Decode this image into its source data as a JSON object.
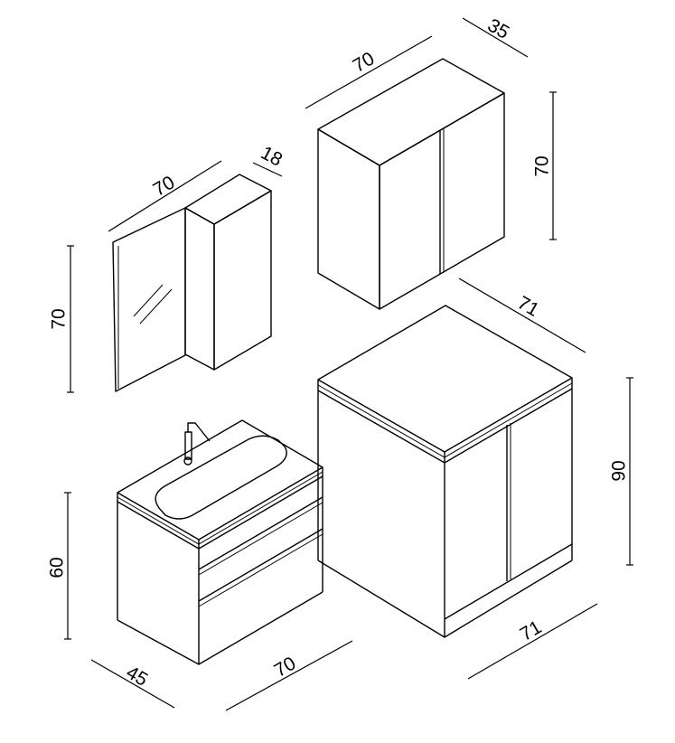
{
  "title": "Bathroom furniture set dimension drawing",
  "colors": {
    "line": "#000000",
    "background": "#ffffff"
  },
  "mirror_cabinet": {
    "width": "70",
    "depth": "18",
    "height": "70"
  },
  "wall_cabinet": {
    "width": "70",
    "depth": "35",
    "height": "70"
  },
  "tall_base_cabinet": {
    "width": "71",
    "depth": "71",
    "height": "90"
  },
  "sink_vanity": {
    "width": "70",
    "depth": "45",
    "height": "60"
  }
}
